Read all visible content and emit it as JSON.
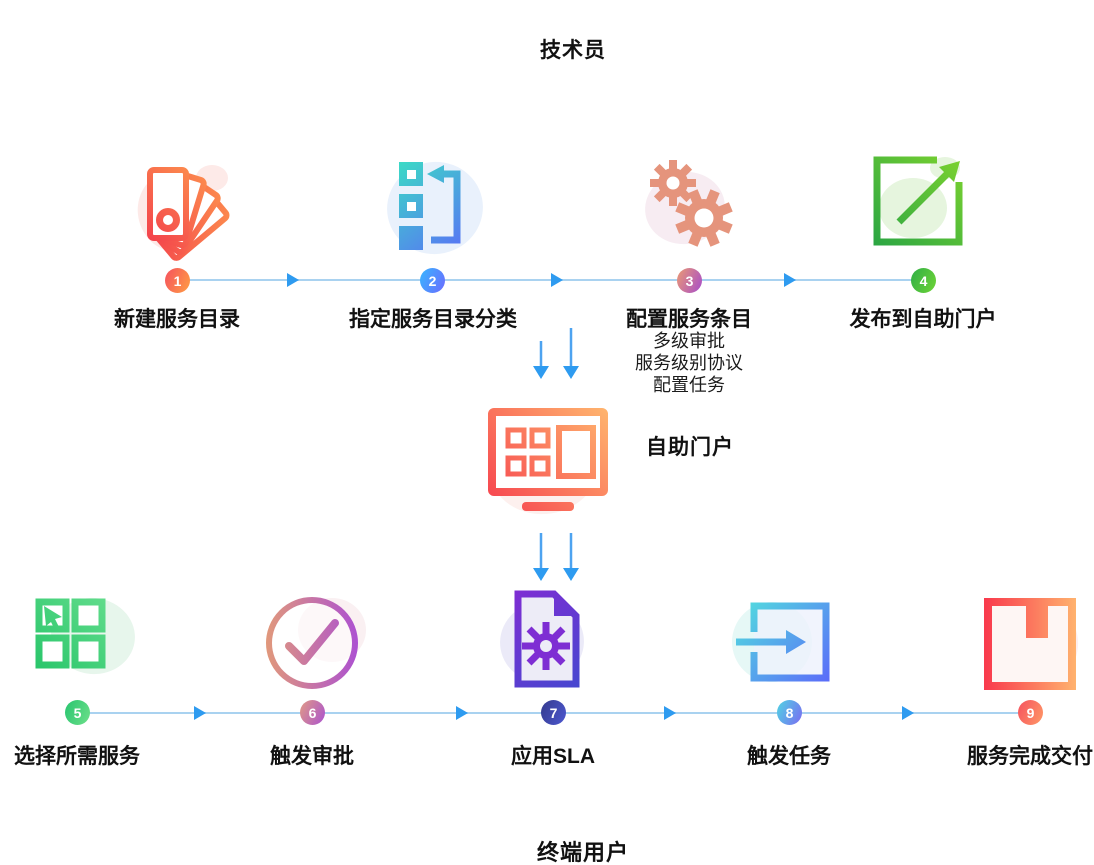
{
  "diagram": {
    "top_lane": {
      "title": "技术员",
      "steps": [
        {
          "num": "1",
          "label": "新建服务目录",
          "icon": "new-service-catalog-icon"
        },
        {
          "num": "2",
          "label": "指定服务目录分类",
          "icon": "assign-catalog-category-icon"
        },
        {
          "num": "3",
          "label": "配置服务条目",
          "icon": "configure-service-items-gears-icon",
          "sub_items": [
            "多级审批",
            "服务级别协议",
            "配置任务"
          ]
        },
        {
          "num": "4",
          "label": "发布到自助门户",
          "icon": "publish-to-portal-icon"
        }
      ]
    },
    "portal": {
      "label": "自助门户",
      "icon": "self-service-portal-icon"
    },
    "bottom_lane": {
      "title": "终端用户",
      "steps": [
        {
          "num": "5",
          "label": "选择所需服务",
          "icon": "select-service-icon"
        },
        {
          "num": "6",
          "label": "触发审批",
          "icon": "trigger-approval-check-icon"
        },
        {
          "num": "7",
          "label": "应用SLA",
          "icon": "apply-sla-document-gear-icon"
        },
        {
          "num": "8",
          "label": "触发任务",
          "icon": "trigger-task-icon"
        },
        {
          "num": "9",
          "label": "服务完成交付",
          "icon": "service-delivered-box-icon"
        }
      ]
    }
  },
  "badges": [
    {
      "from": "#f5515f",
      "to": "#ff9f43"
    },
    {
      "from": "#38b6ff",
      "to": "#6b6bff"
    },
    {
      "from": "#eb9a73",
      "to": "#a64ccb"
    },
    {
      "from": "#2fae46",
      "to": "#6fd436"
    },
    {
      "from": "#27c46f",
      "to": "#6fe08a"
    },
    {
      "from": "#e09a85",
      "to": "#ab52cf"
    },
    {
      "from": "#343a8d",
      "to": "#4d58d0"
    },
    {
      "from": "#4fd4e3",
      "to": "#7b6bf2"
    },
    {
      "from": "#f5515f",
      "to": "#ff9966"
    }
  ],
  "colors": {
    "flow_line": "#a9d2f0",
    "flow_arrow": "#2e9bf0",
    "text": "#111111",
    "background": "#ffffff"
  }
}
